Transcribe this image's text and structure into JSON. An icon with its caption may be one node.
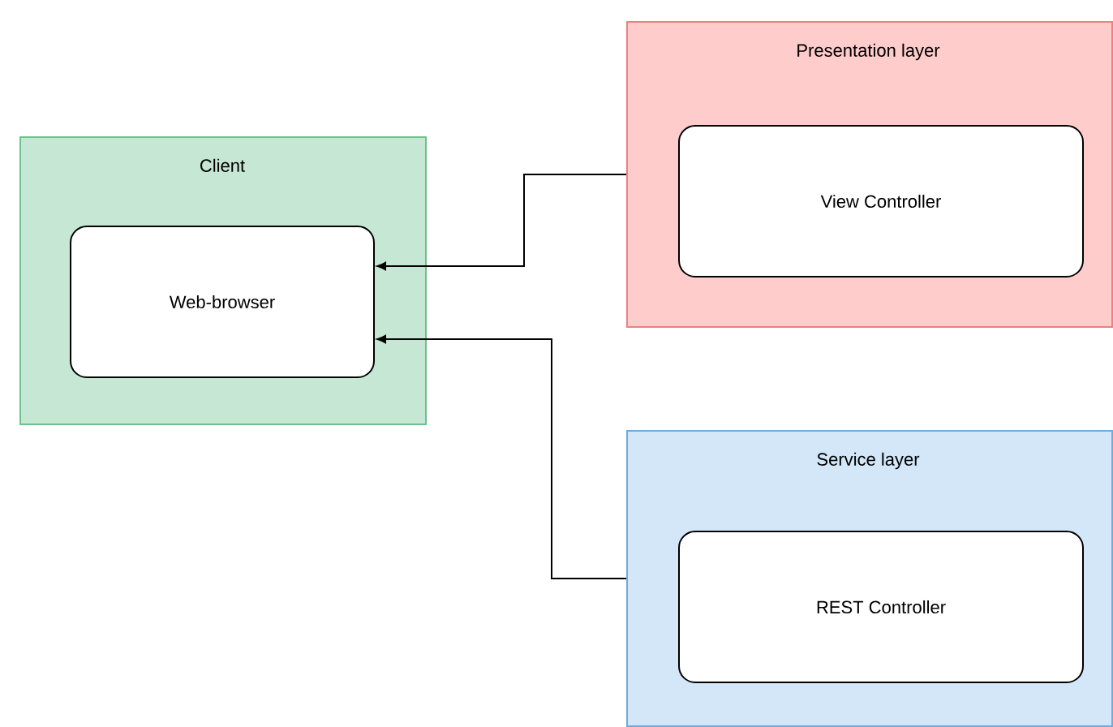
{
  "diagram": {
    "nodes": [
      {
        "text": [
          "Client"
        ]
      },
      {
        "text": [
          "Web-browser"
        ],
        "in": 0
      },
      {
        "text": [
          "Presentation layer"
        ]
      },
      {
        "text": [
          "View Controller"
        ],
        "in": 2
      },
      {
        "text": [
          "Service layer"
        ]
      },
      {
        "text": [
          "REST Controller"
        ],
        "in": 4
      }
    ],
    "edges": [
      {
        "from": 2,
        "to": 1,
        "arrow": "to"
      },
      {
        "from": 4,
        "to": 1,
        "arrow": "to"
      }
    ]
  }
}
